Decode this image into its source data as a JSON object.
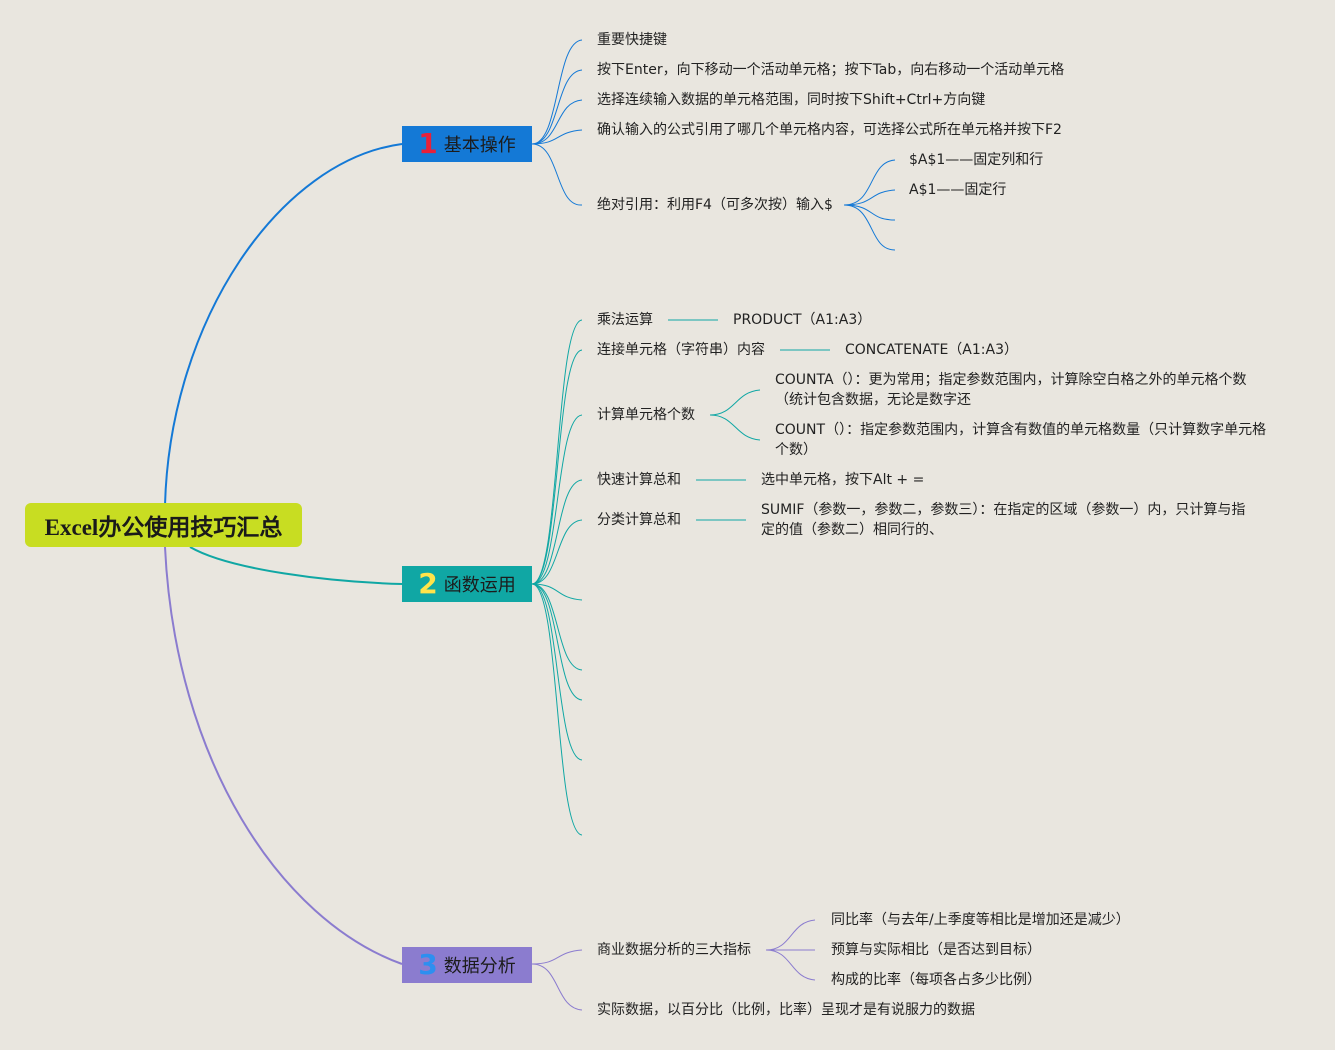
{
  "root": {
    "title": "Excel办公使用技巧汇总"
  },
  "branches": [
    {
      "num": "1",
      "label": "基本操作",
      "items": [
        "重要快捷键",
        "按下Enter，向下移动一个活动单元格；按下Tab，向右移动一个活动单元格",
        "选择连续输入数据的单元格范围，同时按下Shift+Ctrl+方向键",
        "确认输入的公式引用了哪几个单元格内容，可选择公式所在单元格并按下F2",
        "绝对引用：利用F4（可多次按）输入$"
      ],
      "sub_abs": [
        "$A$1——固定列和行",
        "A$1——固定行"
      ]
    },
    {
      "num": "2",
      "label": "函数运用",
      "items": [
        {
          "label": "乘法运算",
          "value": "PRODUCT（A1:A3）"
        },
        {
          "label": "连接单元格（字符串）内容",
          "value": "CONCATENATE（A1:A3）"
        },
        {
          "label": "计算单元格个数",
          "values": [
            "COUNTA（）：更为常用；指定参数范围内，计算除空白格之外的单元格个数（统计包含数据，无论是数字还",
            "COUNT（）：指定参数范围内，计算含有数值的单元格数量（只计算数字单元格个数）"
          ]
        },
        {
          "label": "快速计算总和",
          "value": "选中单元格，按下Alt + ="
        },
        {
          "label": "分类计算总和",
          "value": "SUMIF（参数一，参数二，参数三）：在指定的区域（参数一）内，只计算与指定的值（参数二）相同行的、"
        }
      ]
    },
    {
      "num": "3",
      "label": "数据分析",
      "items": [
        {
          "label": "商业数据分析的三大指标",
          "values": [
            "同比率（与去年/上季度等相比是增加还是减少）",
            "预算与实际相比（是否达到目标）",
            "构成的比率（每项各占多少比例）"
          ]
        },
        {
          "label": "实际数据，以百分比（比例，比率）呈现才是有说服力的数据"
        }
      ]
    }
  ],
  "colors": {
    "background": "#e9e6df",
    "root": "#c8dd22",
    "branch1": "#1479d6",
    "branch2": "#10a7a4",
    "branch3": "#8b7ccf"
  }
}
